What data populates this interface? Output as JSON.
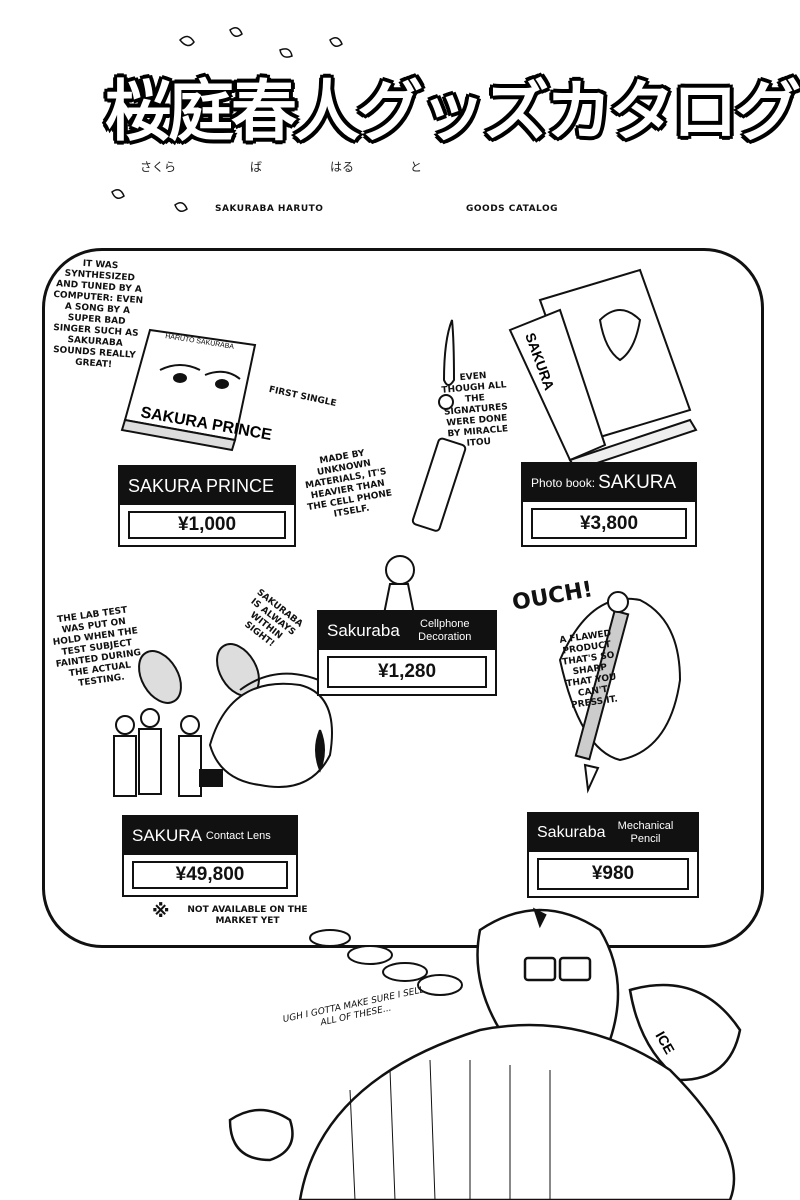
{
  "header": {
    "title_jp": "桜庭春人グッズカタログ",
    "furigana": [
      "さくら",
      "ば",
      "はる",
      "と"
    ],
    "subtitle_left": "SAKURABA HARUTO",
    "subtitle_right": "GOODS CATALOG"
  },
  "products": [
    {
      "name": "SAKURA PRINCE",
      "prefix": "",
      "suffix": "",
      "price": "¥1,000"
    },
    {
      "name": "SAKURA",
      "prefix": "Photo book:",
      "suffix": "",
      "price": "¥3,800"
    },
    {
      "name": "Sakuraba",
      "prefix": "",
      "suffix": "Cellphone Decoration",
      "price": "¥1,280"
    },
    {
      "name": "SAKURA",
      "prefix": "",
      "suffix": "Contact Lens",
      "price": "¥49,800"
    },
    {
      "name": "Sakuraba",
      "prefix": "",
      "suffix": "Mechanical Pencil",
      "price": "¥980"
    }
  ],
  "captions": {
    "cd_note": "It was synthesized and tuned by a computer: even a song by a super bad singer such as Sakuraba sounds really great!",
    "first_single": "First single",
    "cd_cover_text": "SAKURA PRINCE",
    "cd_artist": "HARUTO SAKURABA",
    "strap_note": "Made by unknown materials, it's heavier than the cell phone itself.",
    "photobook_note": "Even though all the signatures were done by Miracle Itou",
    "photobook_cover": "SAKURA",
    "lens_note": "The lab test was put on hold when the test subject fainted during the actual testing.",
    "lens_sight": "Sakuraba is always within sight!",
    "ouch": "OUCH!",
    "pencil_note": "A flawed product that's so sharp that you can't press it.",
    "not_available_mark": "※",
    "not_available": "Not available on the market yet",
    "thought": "Ugh  I gotta make sure I sell all of these...",
    "ice_pack": "ICE"
  }
}
